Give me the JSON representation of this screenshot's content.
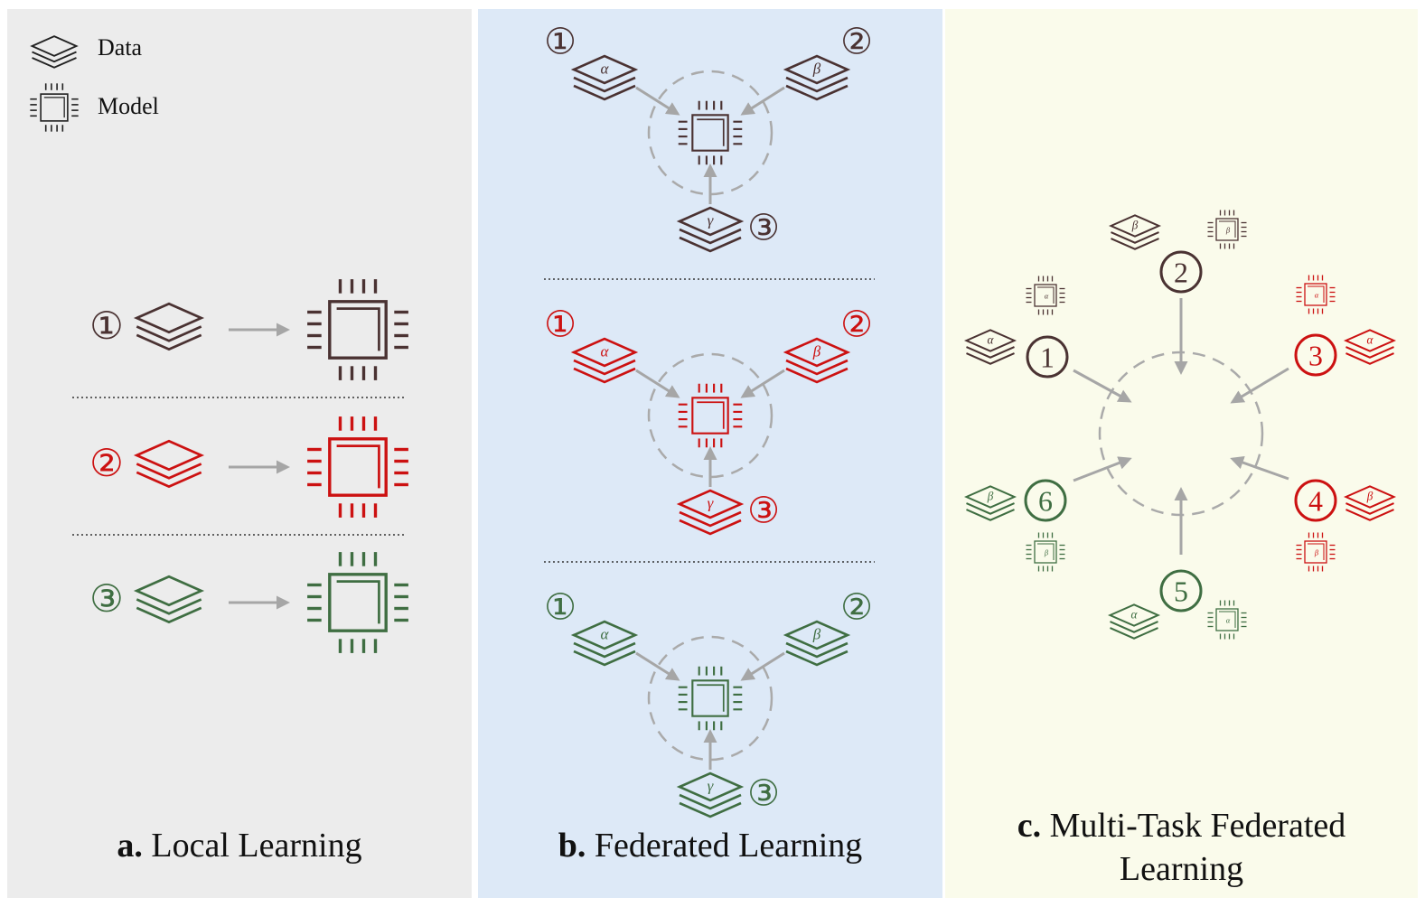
{
  "colors": {
    "brown": "#4a3232",
    "red": "#cc1111",
    "green": "#3f6e42",
    "arrow": "#a6a6a6",
    "dashed": "#aaaaaa",
    "panel_a_bg": "#ececec",
    "panel_b_bg": "#dde9f7",
    "panel_c_bg": "#fafbeb"
  },
  "legend": {
    "data_label": "Data",
    "model_label": "Model",
    "data_icon": "layers-icon",
    "model_icon": "chip-icon"
  },
  "markers": {
    "n1": "①",
    "n2": "②",
    "n3": "③",
    "c1": "1",
    "c2": "2",
    "c3": "3",
    "c4": "4",
    "c5": "5",
    "c6": "6"
  },
  "greek": {
    "alpha": "α",
    "beta": "β",
    "gamma": "γ"
  },
  "captions": {
    "a_prefix": "a.",
    "a_title": "Local Learning",
    "b_prefix": "b.",
    "b_title": "Federated Learning",
    "c_prefix": "c.",
    "c_title_line1": "Multi-Task Federated",
    "c_title_line2": "Learning"
  }
}
